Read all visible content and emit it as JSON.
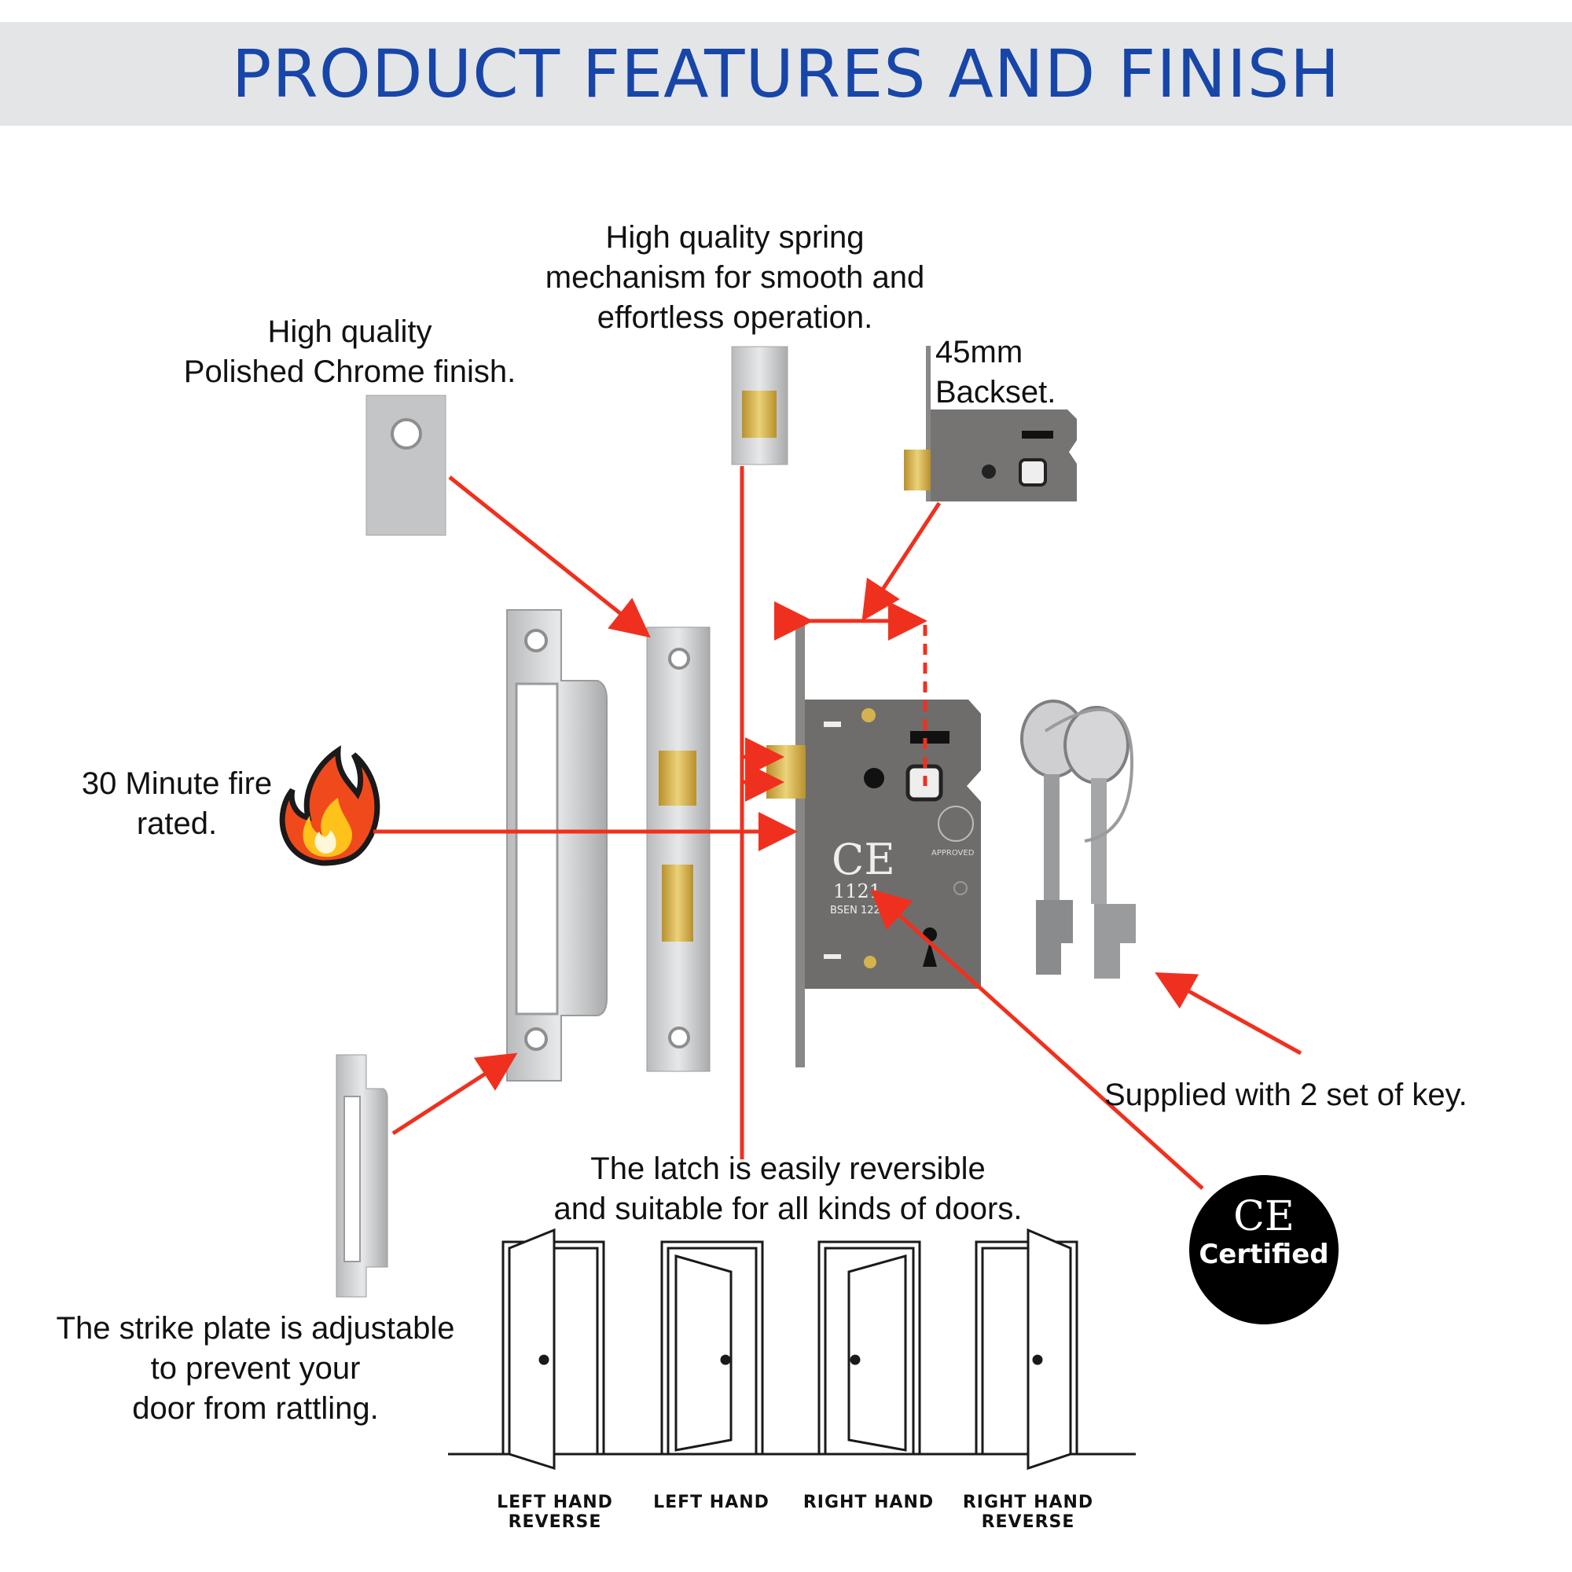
{
  "header": {
    "title": "PRODUCT FEATURES AND FINISH"
  },
  "callouts": {
    "finish": "High quality\nPolished Chrome finish.",
    "spring": "High quality spring\nmechanism for smooth and\neffortless operation.",
    "backset": "45mm\nBackset.",
    "fire": "30 Minute fire\nrated.",
    "keys": "Supplied with 2 set of key.",
    "latch": "The latch is easily reversible\nand suitable for all kinds of doors.",
    "strike": "The strike plate is adjustable\nto prevent your\ndoor from rattling."
  },
  "ce_badge": {
    "mark": "CE",
    "label": "Certified"
  },
  "lock_case_markings": {
    "ce": "CE",
    "number": "1121",
    "standard": "BSEN 12209",
    "approved": "APPROVED"
  },
  "door_handing": [
    {
      "label": "LEFT HAND\nREVERSE"
    },
    {
      "label": "LEFT HAND"
    },
    {
      "label": "RIGHT HAND"
    },
    {
      "label": "RIGHT HAND\nREVERSE"
    }
  ],
  "colors": {
    "title": "#1746a8",
    "banner": "#e4e5e7",
    "arrow": "#f0301e",
    "chrome": "#c9cacc",
    "lock_body": "#6f6d6b",
    "brass": "#d6b24e",
    "badge": "#000000"
  },
  "icons": [
    "fire-icon",
    "key-icon"
  ]
}
